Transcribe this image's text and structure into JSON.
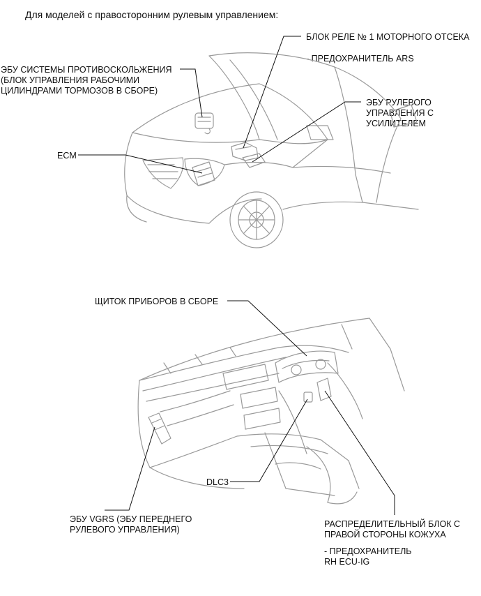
{
  "header": {
    "title": "Для моделей с правосторонним рулевым управлением:"
  },
  "labels": {
    "relay_block": "БЛОК РЕЛЕ № 1 МОТОРНОГО ОТСЕКА",
    "relay_fuse": "- ПРЕДОХРАНИТЕЛЬ ARS",
    "abs_line1": "ЭБУ СИСТЕМЫ ПРОТИВОСКОЛЬЖЕНИЯ",
    "abs_line2": "(БЛОК УПРАВЛЕНИЯ РАБОЧИМИ",
    "abs_line3": "ЦИЛИНДРАМИ ТОРМОЗОВ В СБОРЕ)",
    "eps_line1": "ЭБУ РУЛЕВОГО",
    "eps_line2": "УПРАВЛЕНИЯ С",
    "eps_line3": "УСИЛИТЕЛЕМ",
    "ecm": "ECM",
    "meter": "ЩИТОК ПРИБОРОВ В СБОРЕ",
    "dlc3": "DLC3",
    "vgrs_line1": "ЭБУ VGRS (ЭБУ ПЕРЕДНЕГО",
    "vgrs_line2": "РУЛЕВОГО УПРАВЛЕНИЯ)",
    "jb_line1": "РАСПРЕДЕЛИТЕЛЬНЫЙ БЛОК С",
    "jb_line2": "ПРАВОЙ СТОРОНЫ КОЖУХА",
    "jb_fuse_line1": "- ПРЕДОХРАНИТЕЛЬ",
    "jb_fuse_line2": "RH ECU-IG"
  },
  "colors": {
    "line": "#111111",
    "drawing": "#9a9a9a"
  }
}
